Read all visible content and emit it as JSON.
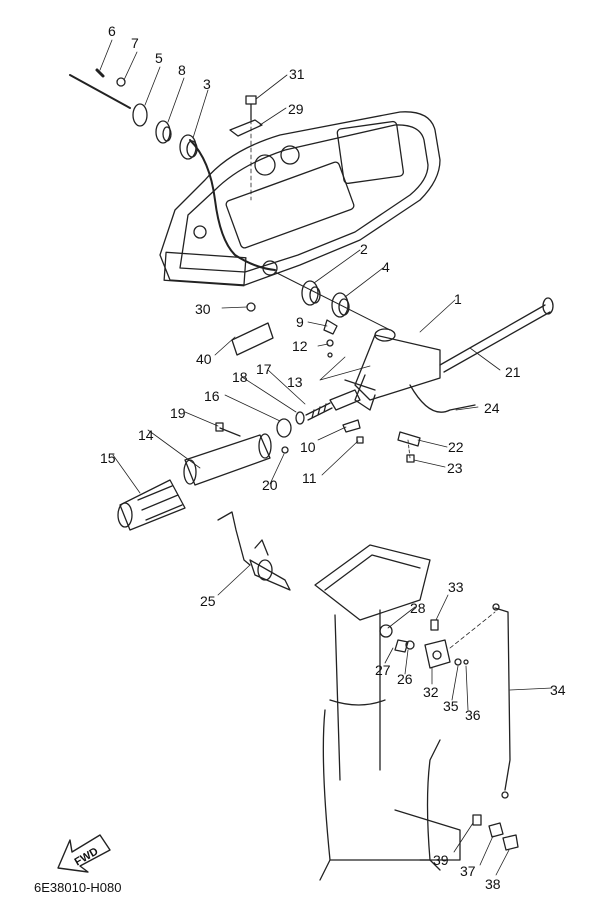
{
  "diagram": {
    "drawing_code": "6E38010-H080",
    "direction_label": "FWD",
    "callouts": [
      "1",
      "2",
      "3",
      "4",
      "5",
      "6",
      "7",
      "8",
      "9",
      "10",
      "11",
      "12",
      "13",
      "14",
      "15",
      "16",
      "17",
      "18",
      "19",
      "20",
      "21",
      "22",
      "23",
      "24",
      "25",
      "26",
      "27",
      "28",
      "29",
      "30",
      "31",
      "32",
      "33",
      "34",
      "35",
      "36",
      "37",
      "38",
      "39",
      "40"
    ]
  }
}
